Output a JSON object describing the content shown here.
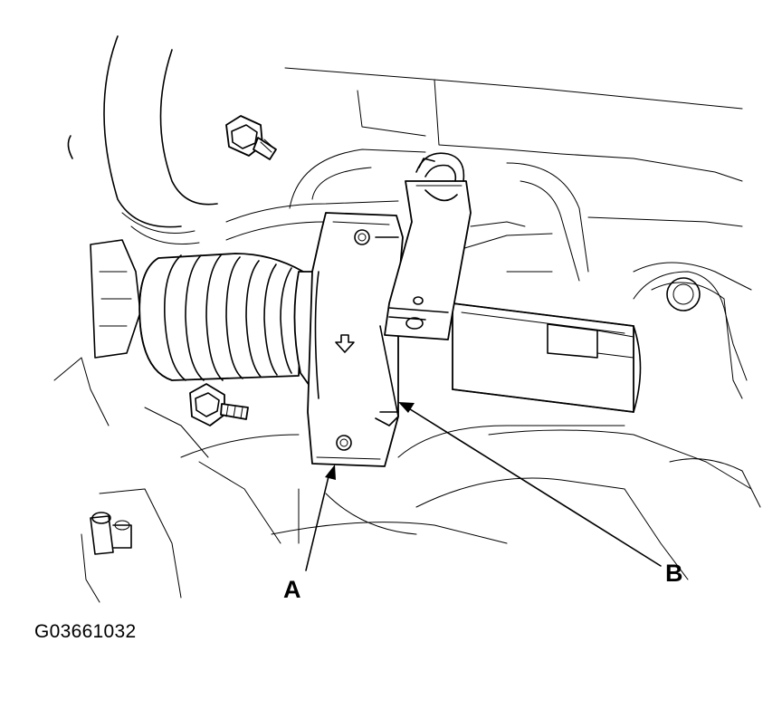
{
  "callouts": {
    "a": "A",
    "b": "B"
  },
  "figure_code": "G03661032"
}
